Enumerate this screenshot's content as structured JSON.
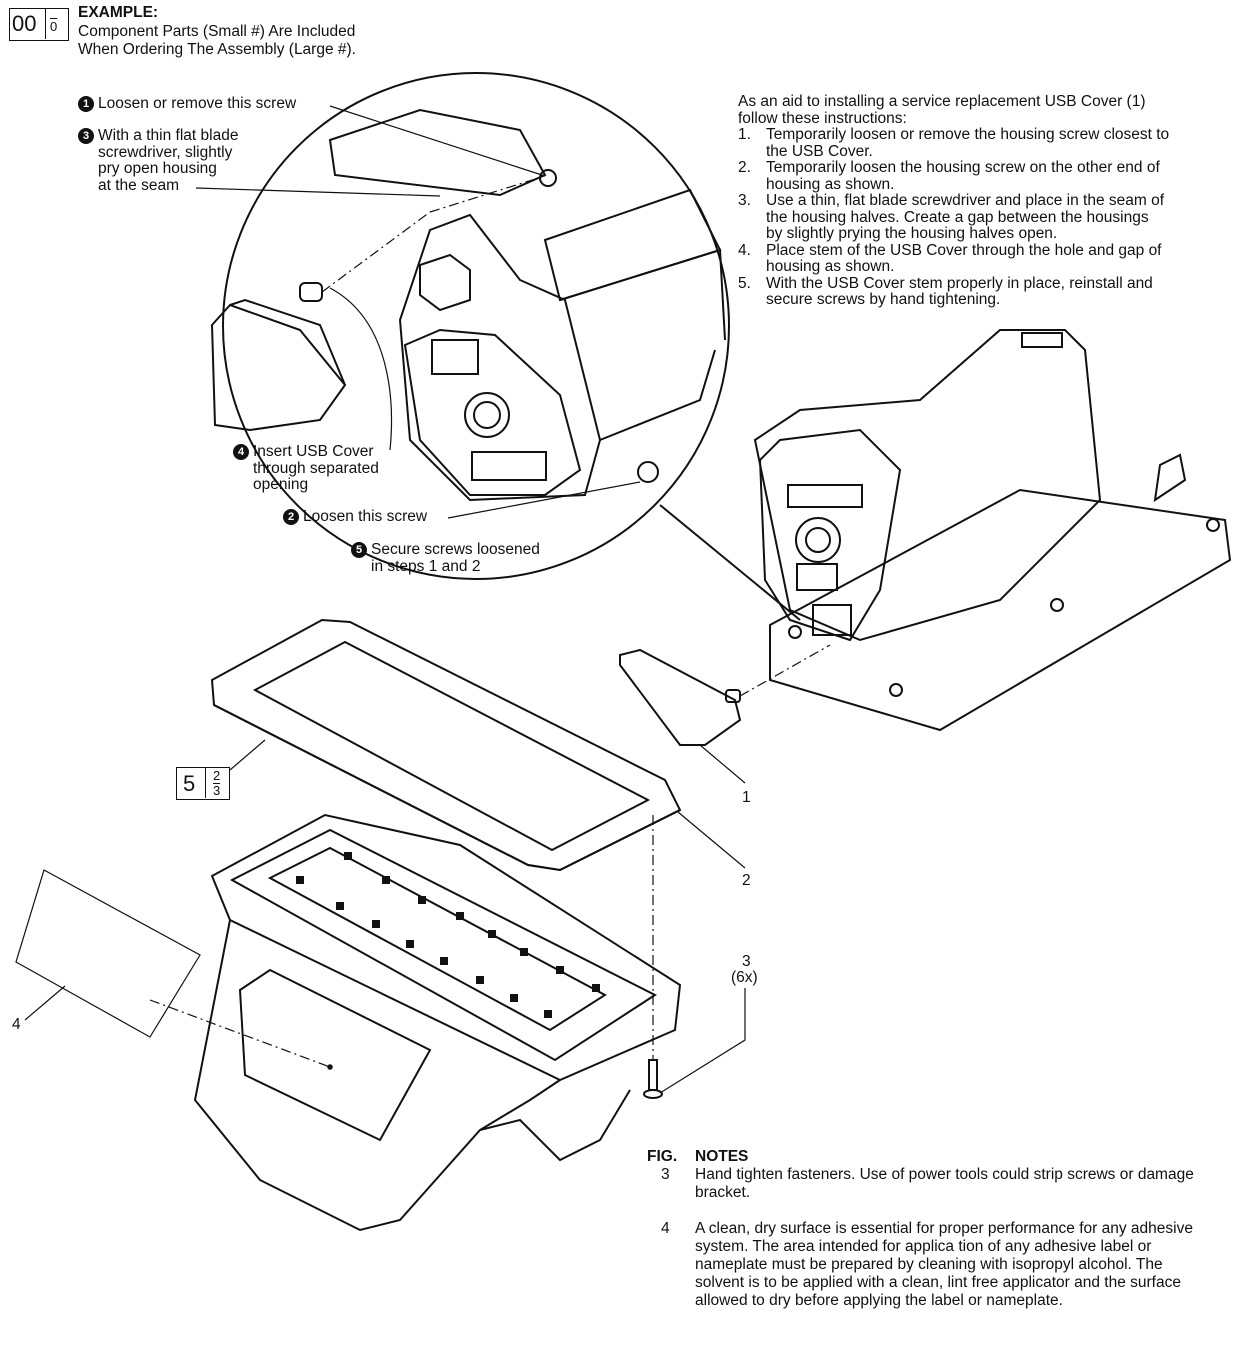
{
  "example": {
    "big_number": "00",
    "small_number": "0",
    "title": "EXAMPLE:",
    "line1": "Component Parts (Small #) Are Included",
    "line2": "When Ordering The Assembly (Large #)."
  },
  "detail_steps": {
    "step1": {
      "num": "1",
      "text": "Loosen or remove this screw"
    },
    "step3": {
      "num": "3",
      "lines": [
        "With a thin flat blade",
        "screwdriver, slightly",
        "pry open housing",
        "at the seam"
      ]
    },
    "step4": {
      "num": "4",
      "lines": [
        "Insert USB Cover",
        "through separated",
        "opening"
      ]
    },
    "step2": {
      "num": "2",
      "text": "Loosen this screw"
    },
    "step5": {
      "num": "5",
      "lines": [
        "Secure screws loosened",
        "in steps 1 and 2"
      ]
    }
  },
  "instructions": {
    "intro1": "As an aid to installing a service replacement USB Cover (1)",
    "intro2": "follow these instructions:",
    "items": [
      {
        "n": "1.",
        "lines": [
          "Temporarily loosen or remove the housing screw closest to",
          "the USB Cover."
        ]
      },
      {
        "n": "2.",
        "lines": [
          "Temporarily loosen the housing screw on the other end of",
          "housing as shown."
        ]
      },
      {
        "n": "3.",
        "lines": [
          "Use a thin, flat blade screwdriver and place in the seam of",
          "the housing halves. Create a gap between the housings",
          "by slightly prying the housing halves open."
        ]
      },
      {
        "n": "4.",
        "lines": [
          "Place stem of the USB Cover through the hole and gap of",
          "housing as shown."
        ]
      },
      {
        "n": "5.",
        "lines": [
          "With the USB Cover stem properly in place, reinstall and",
          "secure screws by hand tightening."
        ]
      }
    ]
  },
  "assembly_callout": {
    "big": "5",
    "small_top": "2",
    "small_bottom": "3"
  },
  "part_labels": {
    "p1": "1",
    "p2": "2",
    "p3": "3",
    "p3_qty": "(6x)",
    "p4": "4"
  },
  "notes": {
    "header_fig": "FIG.",
    "header_notes": "NOTES",
    "items": [
      {
        "fig": "3",
        "text": "Hand tighten fasteners. Use of power tools could strip screws or damage bracket."
      },
      {
        "fig": "4",
        "text": "A clean, dry surface is essential for proper performance for any adhesive system. The area intended for applica tion of any adhesive label or nameplate must be prepared by cleaning with isopropyl alcohol. The solvent is to be applied with a clean, lint free applicator and the surface allowed to dry before applying the label or nameplate."
      }
    ]
  }
}
